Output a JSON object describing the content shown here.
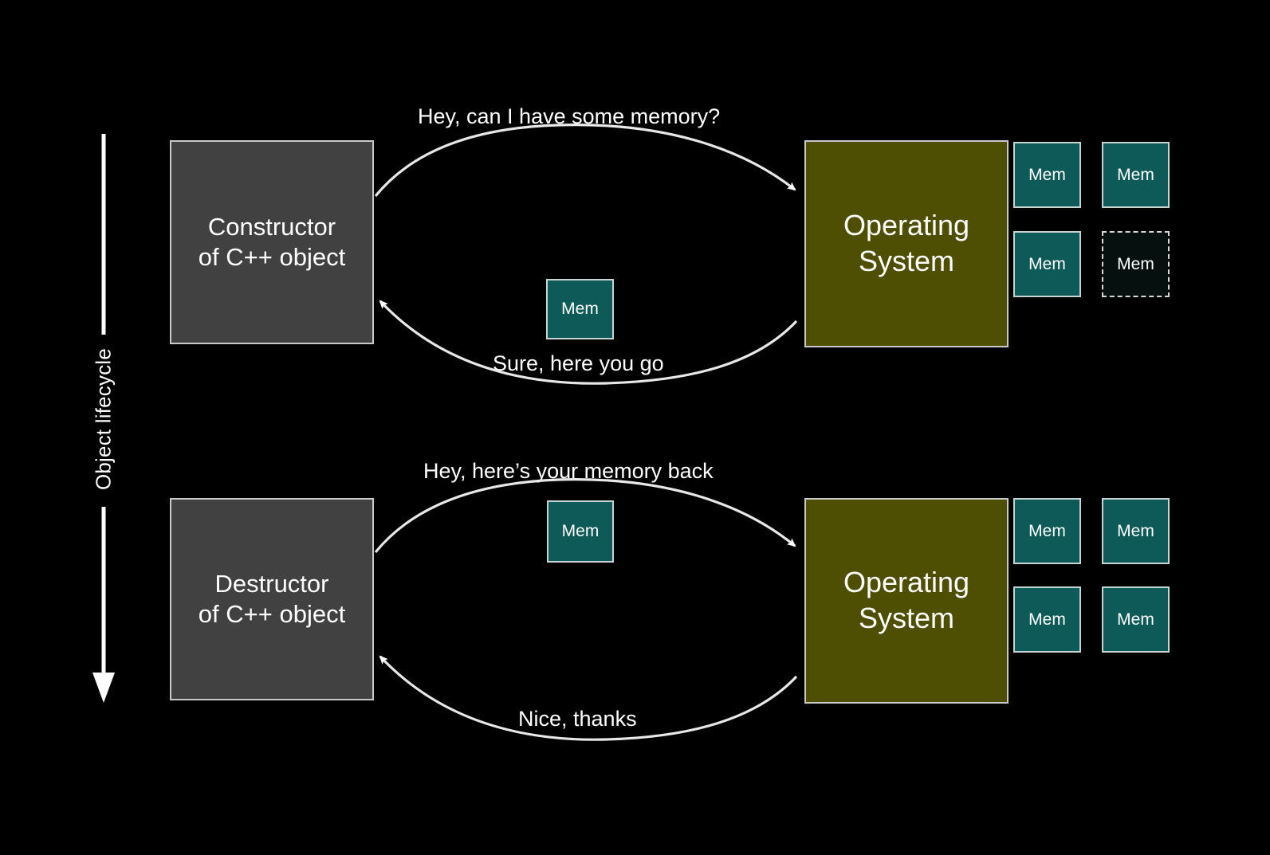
{
  "background_color": "#000000",
  "lifecycle": {
    "label": "Object lifecycle",
    "axis_icon": "down-arrow-icon"
  },
  "colors": {
    "actor_box": "#414141",
    "os_box": "#4f4f03",
    "memory_chip": "#0d5a58",
    "memory_free": "#06100f",
    "border": "#c9c9c9",
    "text": "#ffffff",
    "arrow": "#ffffff"
  },
  "sections": [
    {
      "id": "construction",
      "actor": {
        "label": "Constructor\nof C++ object"
      },
      "os": {
        "label": "Operating\nSystem"
      },
      "request_label": "Hey, can I have some memory?",
      "response_label": "Sure, here you go",
      "transit_chip": {
        "label": "Mem"
      },
      "memory_pool": [
        {
          "label": "Mem",
          "state": "allocated"
        },
        {
          "label": "Mem",
          "state": "allocated"
        },
        {
          "label": "Mem",
          "state": "allocated"
        },
        {
          "label": "Mem",
          "state": "free"
        }
      ]
    },
    {
      "id": "destruction",
      "actor": {
        "label": "Destructor\nof C++ object"
      },
      "os": {
        "label": "Operating\nSystem"
      },
      "request_label": "Hey, here’s your memory back",
      "response_label": "Nice, thanks",
      "transit_chip": {
        "label": "Mem"
      },
      "memory_pool": [
        {
          "label": "Mem",
          "state": "allocated"
        },
        {
          "label": "Mem",
          "state": "allocated"
        },
        {
          "label": "Mem",
          "state": "allocated"
        },
        {
          "label": "Mem",
          "state": "allocated"
        }
      ]
    }
  ]
}
